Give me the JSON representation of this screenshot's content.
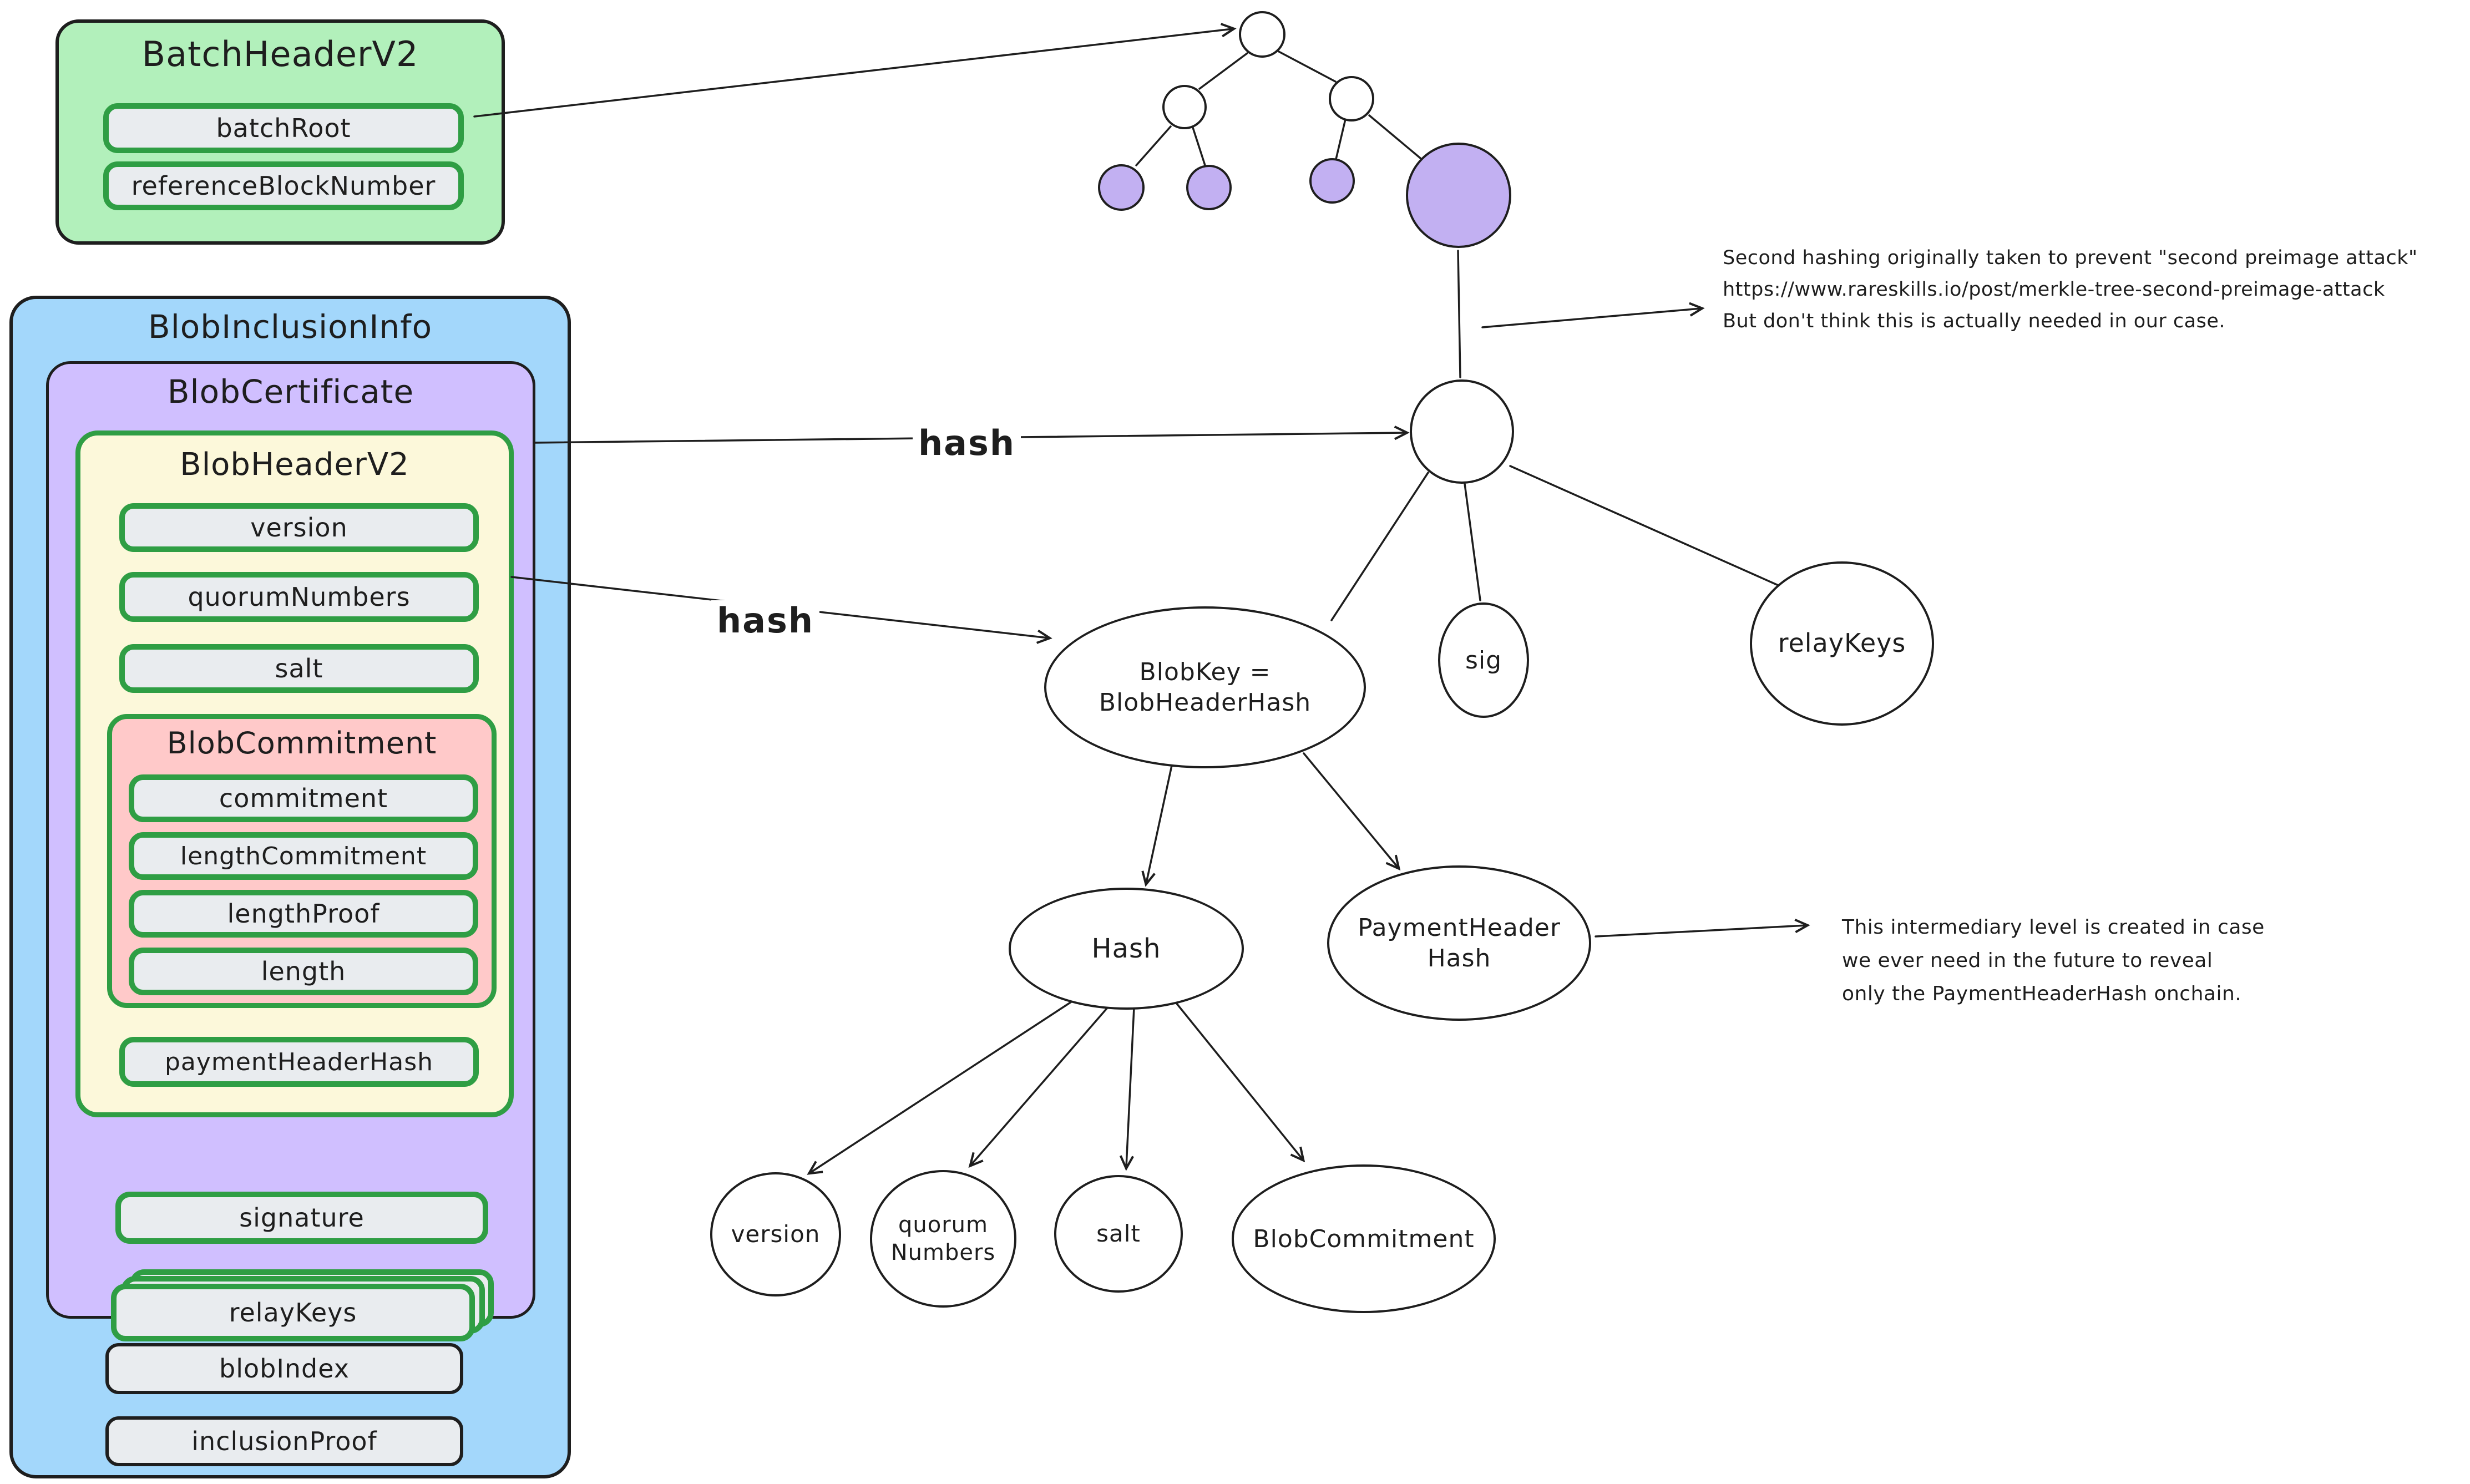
{
  "batch_header": {
    "title": "BatchHeaderV2",
    "field_batch_root": "batchRoot",
    "field_reference_block_number": "referenceBlockNumber"
  },
  "inclusion": {
    "title": "BlobInclusionInfo",
    "field_blob_index": "blobIndex",
    "field_inclusion_proof": "inclusionProof"
  },
  "certificate": {
    "title": "BlobCertificate",
    "field_signature": "signature",
    "field_relay_keys": "relayKeys"
  },
  "header": {
    "title": "BlobHeaderV2",
    "field_version": "version",
    "field_quorum_numbers": "quorumNumbers",
    "field_salt": "salt",
    "field_payment_header_hash": "paymentHeaderHash"
  },
  "commitment_box": {
    "title": "BlobCommitment",
    "field_commitment": "commitment",
    "field_length_commitment": "lengthCommitment",
    "field_length_proof": "lengthProof",
    "field_length": "length"
  },
  "edge_labels": {
    "hash_upper": "hash",
    "hash_lower": "hash"
  },
  "nodes": {
    "blob_key_line1": "BlobKey =",
    "blob_key_line2": "BlobHeaderHash",
    "sig": "sig",
    "relay_keys": "relayKeys",
    "hash": "Hash",
    "payment_header_line1": "PaymentHeader",
    "payment_header_line2": "Hash",
    "leaf_version": "version",
    "leaf_quorum_line1": "quorum",
    "leaf_quorum_line2": "Numbers",
    "leaf_salt": "salt",
    "leaf_blob_commitment": "BlobCommitment"
  },
  "annotations": {
    "second_preimage_line1": "Second hashing originally taken to prevent \"second preimage attack\"",
    "second_preimage_line2": "https://www.rareskills.io/post/merkle-tree-second-preimage-attack",
    "second_preimage_line3": "But don't think this is actually needed in our case.",
    "intermediary_line1": "This intermediary level is created in case",
    "intermediary_line2": "we ever need in the future to reveal",
    "intermediary_line3": "only the PaymentHeaderHash onchain."
  },
  "colors": {
    "stroke_dark": "#1e1e1e",
    "green_fill": "#b2f0bb",
    "green_border": "#2f9e44",
    "blue_fill": "#a3d7fb",
    "purple_fill": "#d0bfff",
    "yellow_fill": "#fcf8da",
    "pink_fill": "#ffc9c9",
    "field_fill": "#e9ecef",
    "leaf_purple_fill": "#c2b0f2"
  }
}
